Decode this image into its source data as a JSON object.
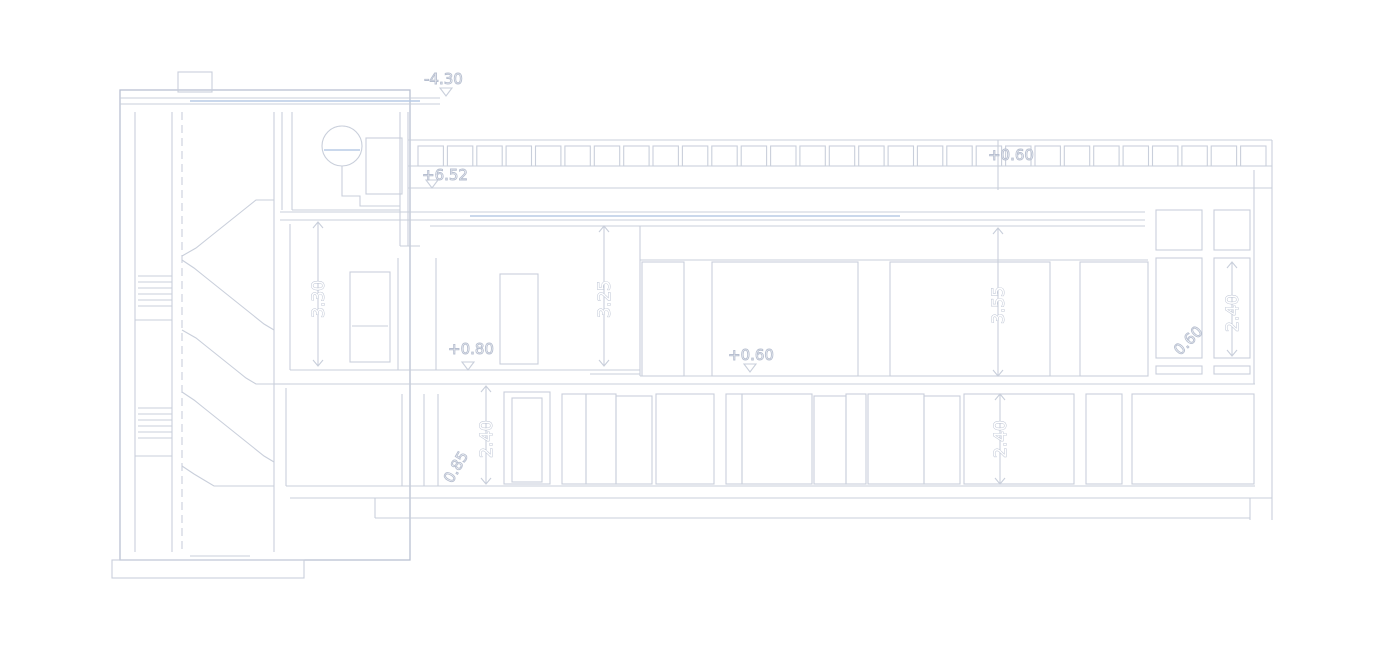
{
  "labels": {
    "lvl_top": "-4.30",
    "lvl_roof": "+6.52",
    "lvl_mid_left": "+0.80",
    "lvl_mid_center": "+0.60",
    "lvl_roof_small": "+0.60",
    "dim_330": "3.30",
    "dim_325": "3.25",
    "dim_355": "3.55",
    "dim_240_right": "2.40",
    "dim_240_lower_left": "2.40",
    "dim_240_lower_right": "2.40",
    "small_right": "0.60",
    "small_left": "0.85"
  }
}
